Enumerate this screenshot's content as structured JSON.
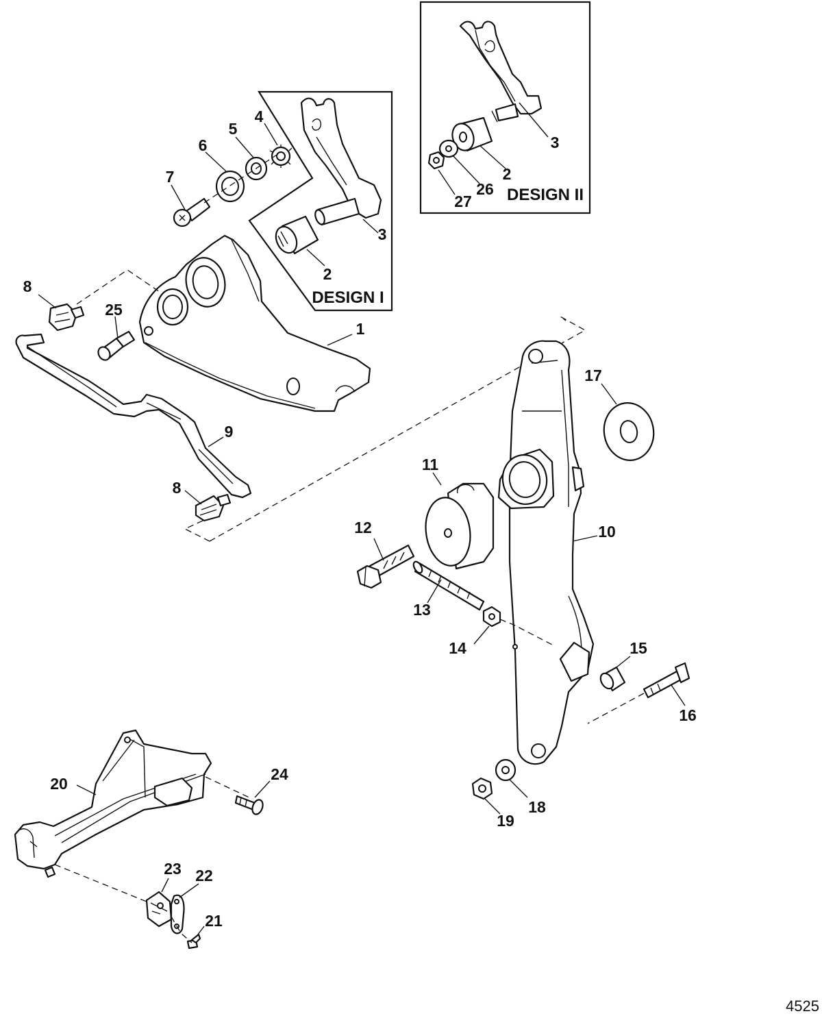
{
  "figure": {
    "number": "4525",
    "insets": [
      {
        "id": "design-1",
        "label": "DESIGN I"
      },
      {
        "id": "design-2",
        "label": "DESIGN II"
      }
    ]
  },
  "callouts": {
    "c1": "1",
    "c2a": "2",
    "c2b": "2",
    "c3a": "3",
    "c3b": "3",
    "c4": "4",
    "c5": "5",
    "c6": "6",
    "c7": "7",
    "c8a": "8",
    "c8b": "8",
    "c9": "9",
    "c10": "10",
    "c11": "11",
    "c12": "12",
    "c13": "13",
    "c14": "14",
    "c15": "15",
    "c16": "16",
    "c17": "17",
    "c18": "18",
    "c19": "19",
    "c20": "20",
    "c21": "21",
    "c22": "22",
    "c23": "23",
    "c24": "24",
    "c25": "25",
    "c26": "26",
    "c27": "27"
  }
}
